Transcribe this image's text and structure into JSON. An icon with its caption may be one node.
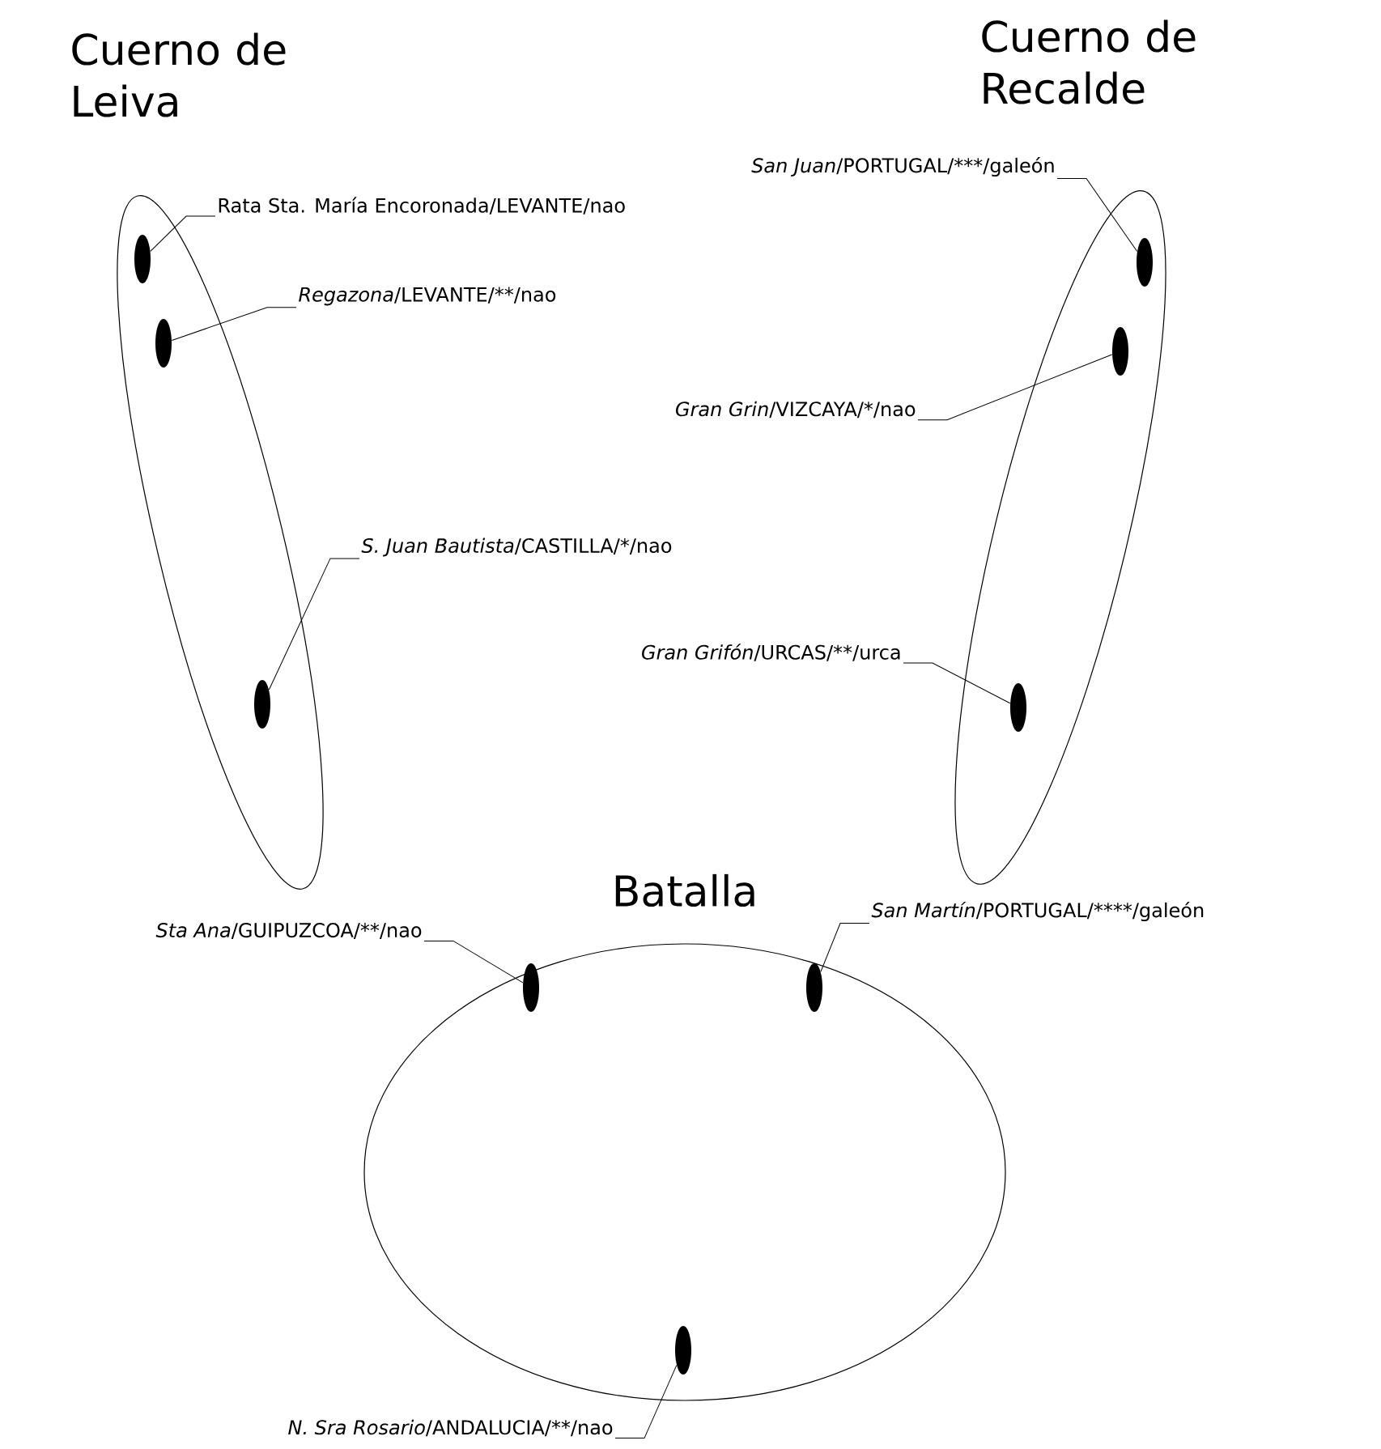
{
  "diagram": {
    "nodes": [
      {
        "text": [
          "Cuerno de Leiva"
        ]
      },
      {
        "text": [
          "Cuerno de Recalde"
        ]
      },
      {
        "text": [
          "Batalla"
        ]
      },
      {
        "text": [],
        "shape": "ellipse",
        "in": 0
      },
      {
        "text": [],
        "shape": "ellipse",
        "in": 0
      },
      {
        "text": [],
        "shape": "ellipse",
        "in": 0
      },
      {
        "text": [],
        "shape": "ellipse",
        "in": 1
      },
      {
        "text": [],
        "shape": "ellipse",
        "in": 1
      },
      {
        "text": [],
        "shape": "ellipse",
        "in": 1
      },
      {
        "text": [],
        "shape": "ellipse",
        "in": 2
      },
      {
        "text": [],
        "shape": "ellipse",
        "in": 2
      },
      {
        "text": [],
        "shape": "ellipse",
        "in": 2
      },
      {
        "text": [
          "Rata Sta. María Encoronada/LEVANTE/nao"
        ]
      },
      {
        "text": [
          "*Regazona*/LEVANTE/**/nao"
        ]
      },
      {
        "text": [
          "*San Juan*/PORTUGAL/***/galeón"
        ]
      },
      {
        "text": [
          "*Gran Grin*/VIZCAYA/*/nao"
        ]
      },
      {
        "text": [
          "*S. Juan Bautista*/CASTILLA/*/nao"
        ]
      },
      {
        "text": [
          "*Gran Grifón*/URCAS/**/urca"
        ]
      },
      {
        "text": [
          "*Sta Ana*/GUIPUZCOA/**/nao"
        ]
      },
      {
        "text": [
          "*San Martín*/PORTUGAL/****/galeón"
        ]
      },
      {
        "text": [
          "*N. Sra Rosario*/ANDALUCIA/**/nao"
        ]
      }
    ],
    "edges": [
      {
        "from": 12,
        "to": 3,
        "arrow": "none"
      },
      {
        "from": 13,
        "to": 4,
        "arrow": "none"
      },
      {
        "from": 14,
        "to": 6,
        "arrow": "none"
      },
      {
        "from": 15,
        "to": 7,
        "arrow": "none"
      },
      {
        "from": 16,
        "to": 5,
        "arrow": "none"
      },
      {
        "from": 17,
        "to": 8,
        "arrow": "none"
      },
      {
        "from": 18,
        "to": 9,
        "arrow": "none"
      },
      {
        "from": 19,
        "to": 10,
        "arrow": "none"
      },
      {
        "from": 20,
        "to": 11,
        "arrow": "none"
      }
    ]
  }
}
